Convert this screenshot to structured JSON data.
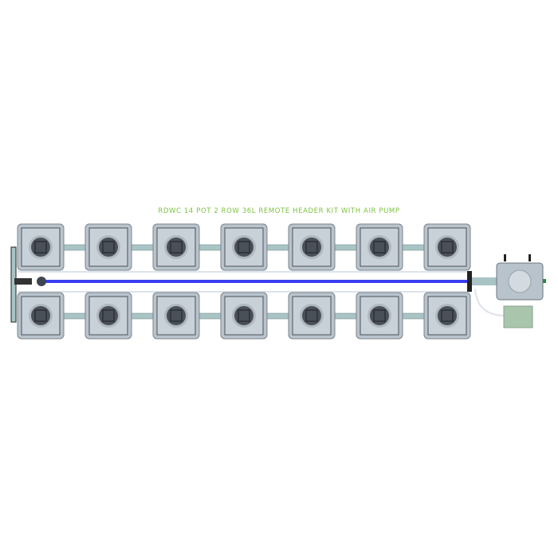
{
  "title": "RDWC 14 POT 2 ROW 36L REMOTE HEADER KIT WITH AIR PUMP",
  "layout": {
    "rows": 2,
    "pots_per_row": 7
  },
  "colors": {
    "title": "#7dc242",
    "air_line": "#3a3ef0",
    "pot_body": "#b9c3cc",
    "pot_lid": "#4a5058",
    "pipe": "#a9c4c4",
    "air_pump": "#a9c6ad"
  }
}
